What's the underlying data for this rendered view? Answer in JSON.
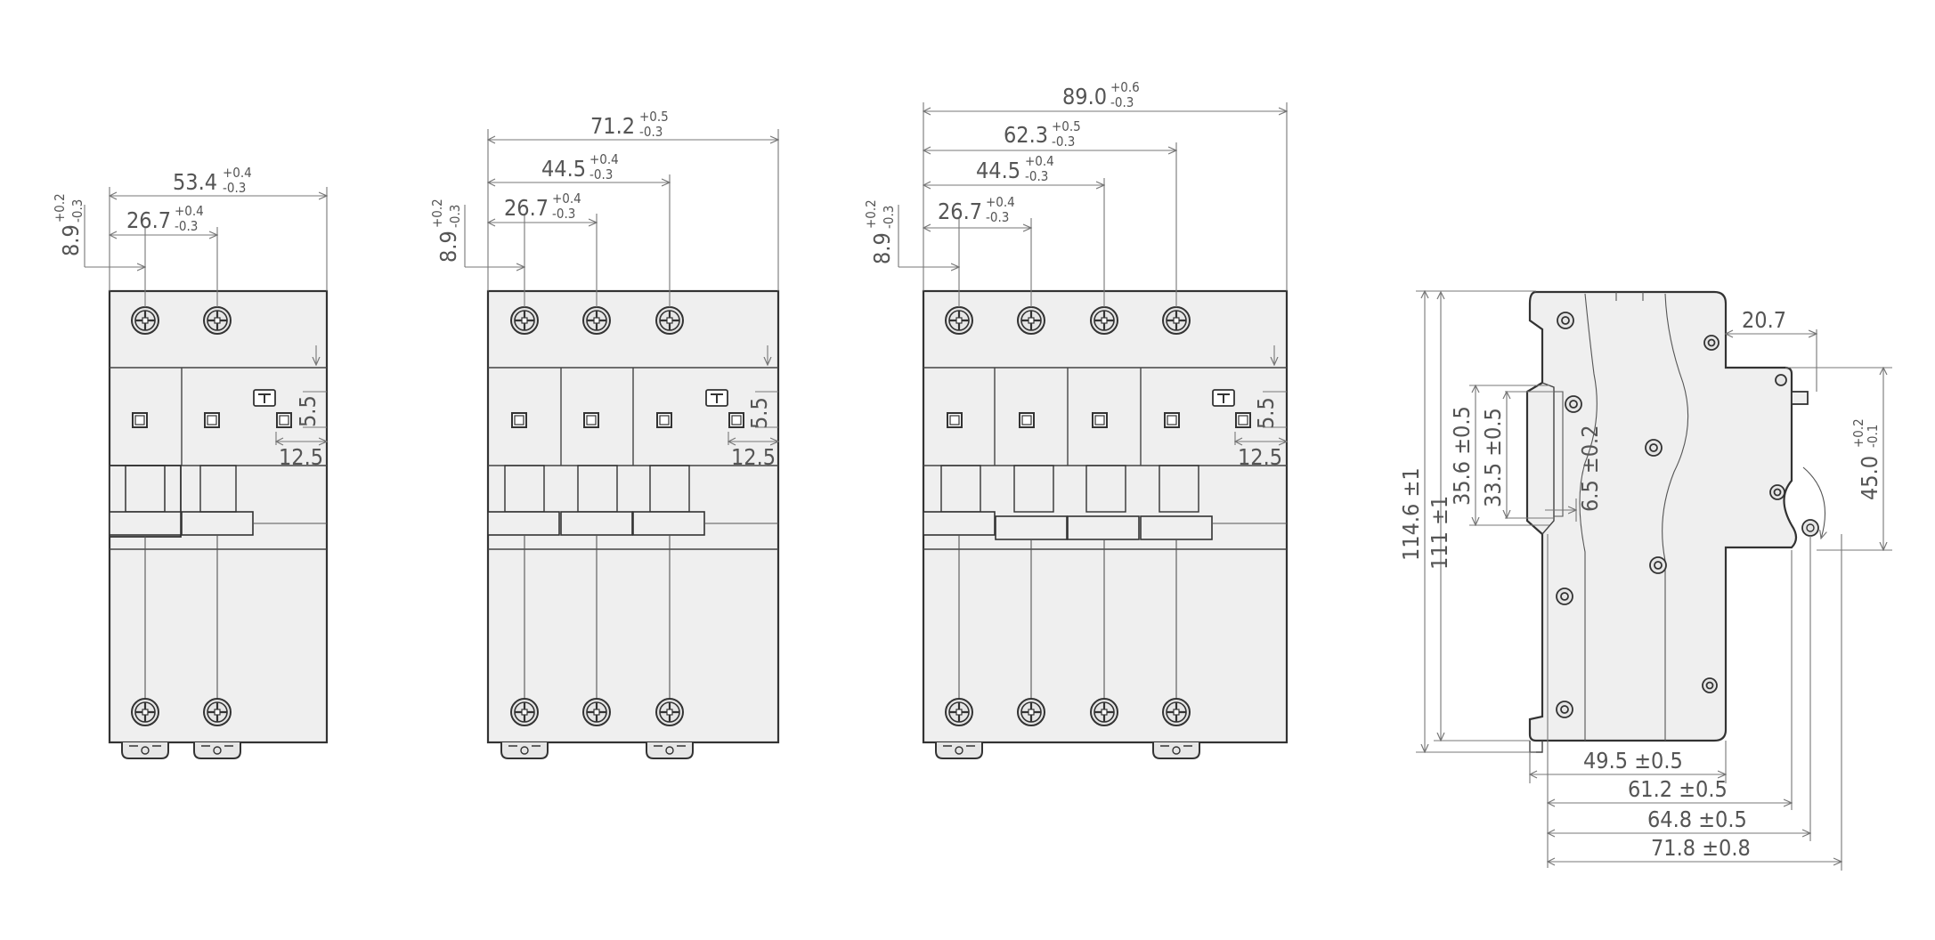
{
  "views": {
    "two_pole": {
      "width": "53.4",
      "width_tol_upper": "+0.4",
      "width_tol_lower": "-0.3",
      "pitch": "26.7",
      "pitch_tol_upper": "+0.4",
      "pitch_tol_lower": "-0.3",
      "offset": "8.9",
      "offset_tol_upper": "+0.2",
      "offset_tol_lower": "-0.3",
      "indicator_height": "5.5",
      "indicator_offset": "12.5"
    },
    "three_pole": {
      "width": "71.2",
      "width_tol_upper": "+0.5",
      "width_tol_lower": "-0.3",
      "pitch2": "44.5",
      "pitch2_tol_upper": "+0.4",
      "pitch2_tol_lower": "-0.3",
      "pitch": "26.7",
      "pitch_tol_upper": "+0.4",
      "pitch_tol_lower": "-0.3",
      "offset": "8.9",
      "offset_tol_upper": "+0.2",
      "offset_tol_lower": "-0.3",
      "indicator_height": "5.5",
      "indicator_offset": "12.5"
    },
    "four_pole": {
      "width": "89.0",
      "width_tol_upper": "+0.6",
      "width_tol_lower": "-0.3",
      "pitch3": "62.3",
      "pitch3_tol_upper": "+0.5",
      "pitch3_tol_lower": "-0.3",
      "pitch2": "44.5",
      "pitch2_tol_upper": "+0.4",
      "pitch2_tol_lower": "-0.3",
      "pitch": "26.7",
      "pitch_tol_upper": "+0.4",
      "pitch_tol_lower": "-0.3",
      "offset": "8.9",
      "offset_tol_upper": "+0.2",
      "offset_tol_lower": "-0.3",
      "indicator_height": "5.5",
      "indicator_offset": "12.5"
    },
    "side": {
      "overall_height": "114.6 ±1",
      "body_height": "111 ±1",
      "rail_span": "35.6 ±0.5",
      "rail_inner": "33.5 ±0.5",
      "rail_depth": "6.5 ±0.2",
      "front_height": "45.0",
      "front_height_tol_upper": "+0.2",
      "front_height_tol_lower": "-0.1",
      "top_step": "20.7",
      "depth1": "49.5 ±0.5",
      "depth2": "61.2 ±0.5",
      "depth3": "64.8 ±0.5",
      "depth4": "71.8 ±0.8"
    }
  }
}
